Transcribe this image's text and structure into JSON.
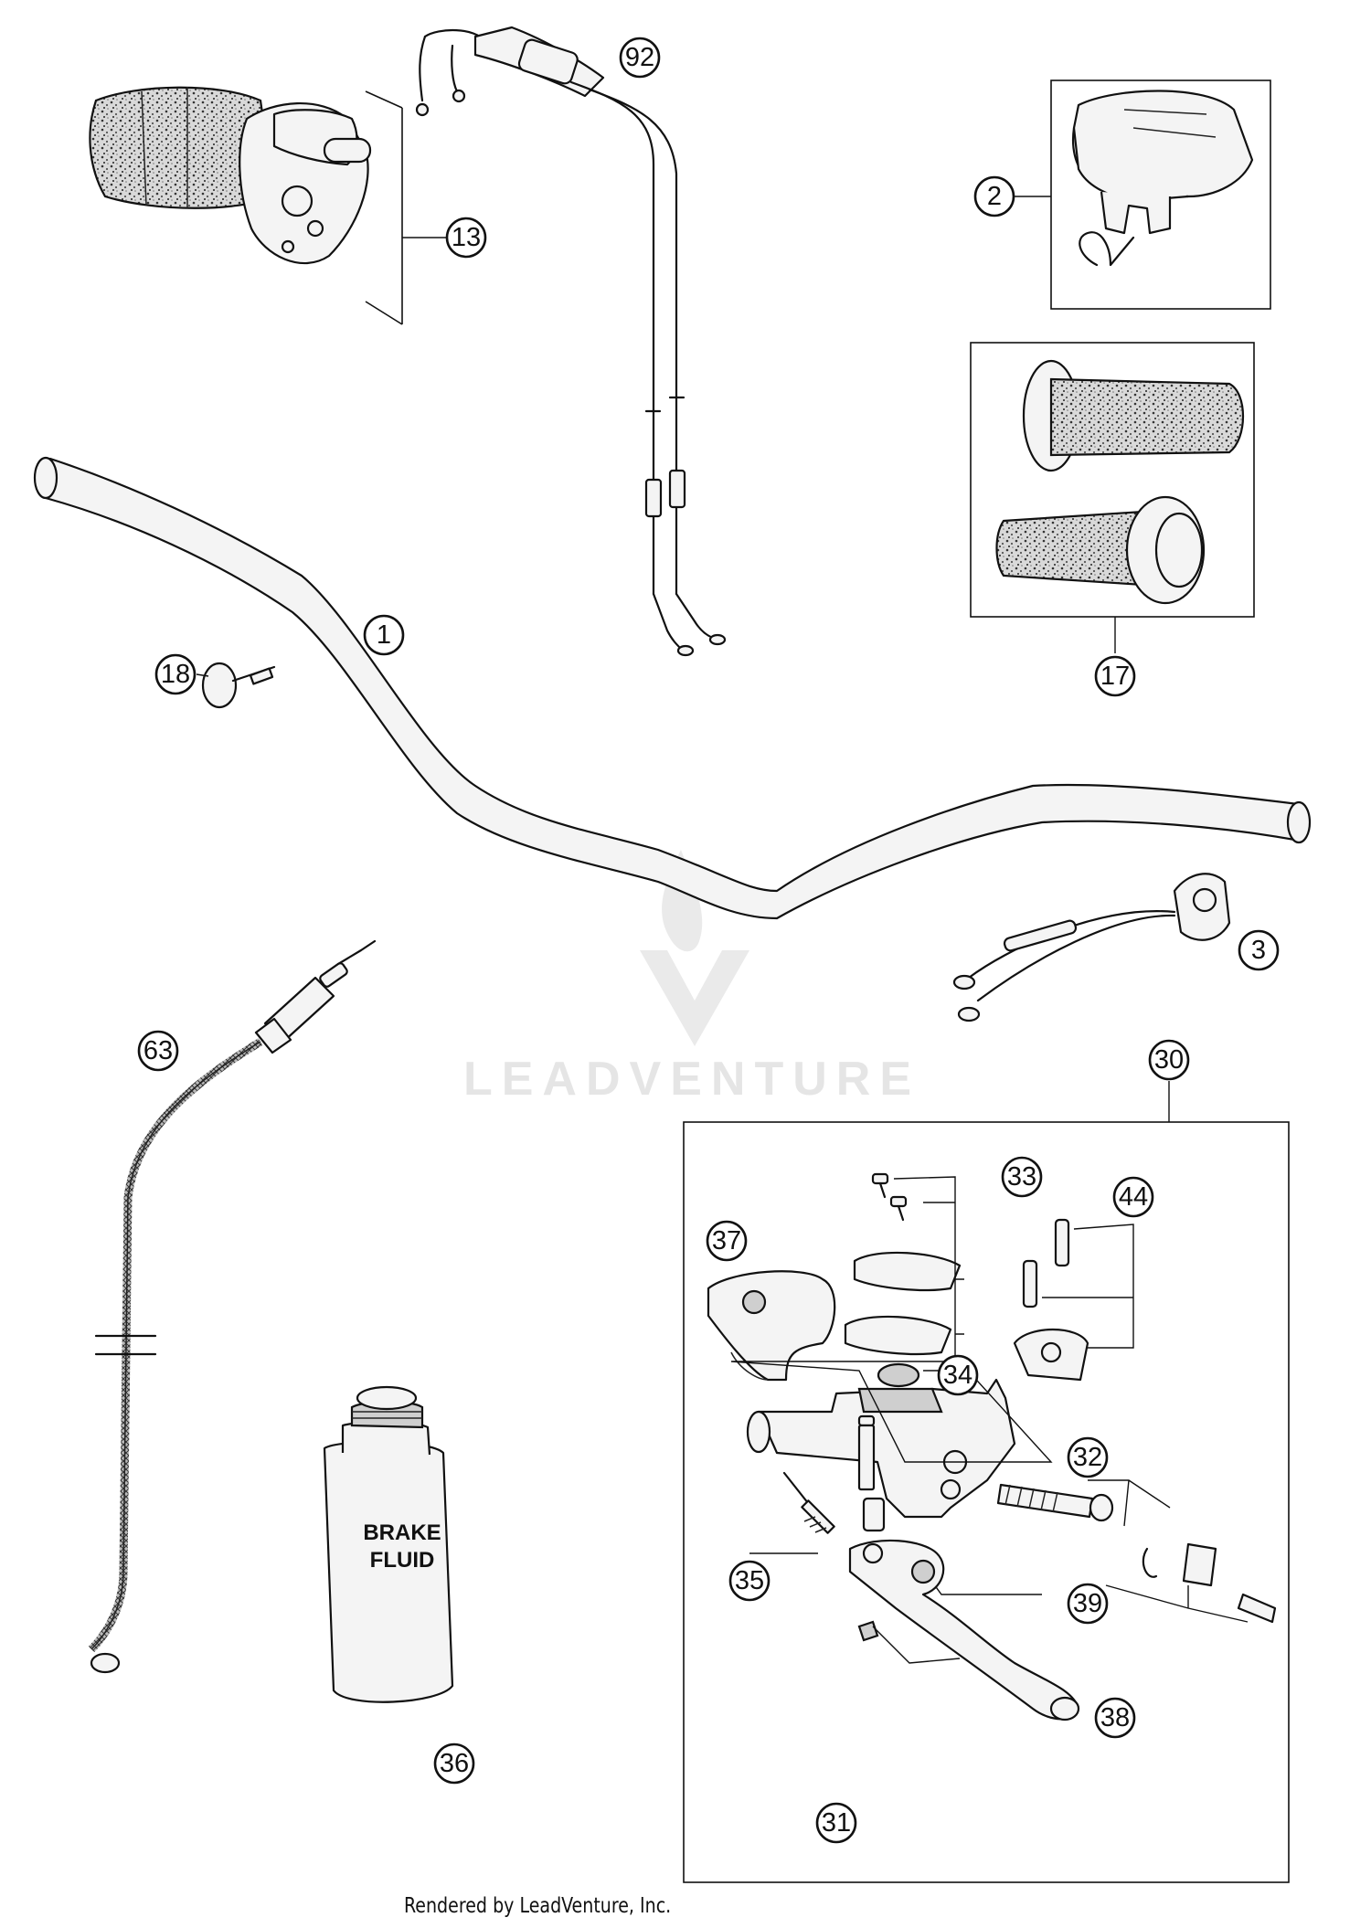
{
  "watermark": {
    "brand": "LEADVENTURE"
  },
  "footer": {
    "credit": "Rendered by LeadVenture, Inc."
  },
  "bottle": {
    "label_line1": "BRAKE",
    "label_line2": "FLUID"
  },
  "callouts": [
    {
      "id": "1",
      "label": "1"
    },
    {
      "id": "2",
      "label": "2"
    },
    {
      "id": "3",
      "label": "3"
    },
    {
      "id": "13",
      "label": "13"
    },
    {
      "id": "17",
      "label": "17"
    },
    {
      "id": "18",
      "label": "18"
    },
    {
      "id": "30",
      "label": "30"
    },
    {
      "id": "31",
      "label": "31"
    },
    {
      "id": "32",
      "label": "32"
    },
    {
      "id": "33",
      "label": "33"
    },
    {
      "id": "34",
      "label": "34"
    },
    {
      "id": "35",
      "label": "35"
    },
    {
      "id": "36",
      "label": "36"
    },
    {
      "id": "37",
      "label": "37"
    },
    {
      "id": "38",
      "label": "38"
    },
    {
      "id": "39",
      "label": "39"
    },
    {
      "id": "44",
      "label": "44"
    },
    {
      "id": "63",
      "label": "63"
    },
    {
      "id": "92",
      "label": "92"
    }
  ]
}
